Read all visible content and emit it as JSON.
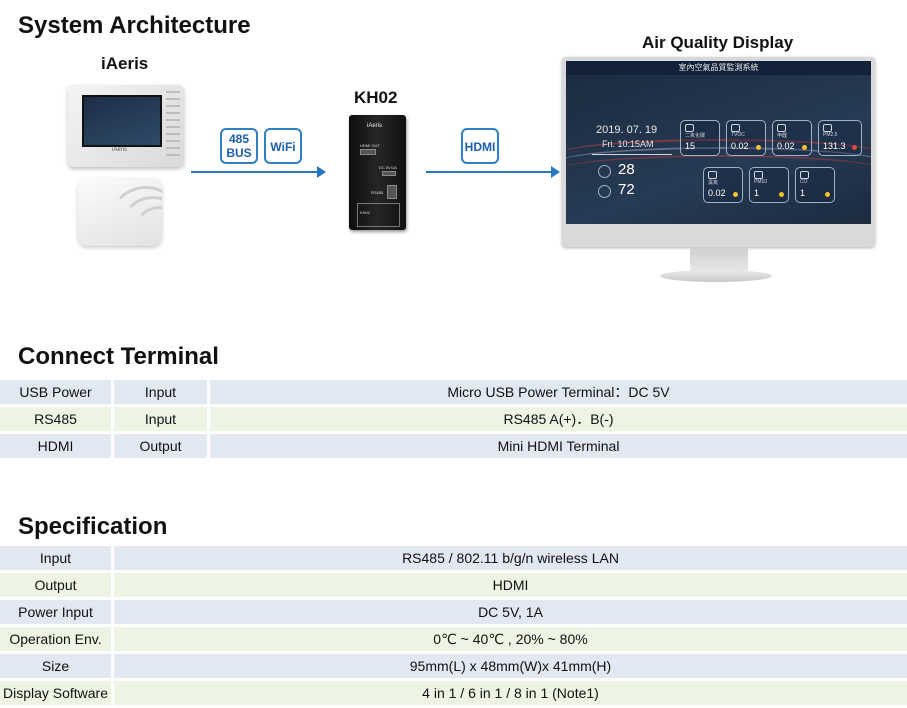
{
  "system_architecture": {
    "title": "System Architecture",
    "iaeris_label": "iAeris",
    "iaeris_brand": "iAeris",
    "kh02_label": "KH02",
    "display_label": "Air Quality Display",
    "badges": {
      "bus_line1": "485",
      "bus_line2": "BUS",
      "wifi": "WiFi",
      "hdmi": "HDMI"
    },
    "kh02_device": {
      "brand": "iAeris",
      "hdmi_out": "HDMI OUT",
      "dc": "DC 5V/1A",
      "rs485": "RS485",
      "model": "KH02"
    },
    "screen": {
      "header": "室內空氣品質監測系統",
      "date": "2019. 07. 19",
      "time": "Fri. 10:15AM",
      "temperature": "28",
      "humidity": "72",
      "tiles": [
        {
          "name": "二氧化碳",
          "value": "15"
        },
        {
          "name": "TVOC",
          "value": "0.02"
        },
        {
          "name": "甲醛",
          "value": "0.02"
        },
        {
          "name": "PM2.5",
          "value": "131.3"
        },
        {
          "name": "臭氧",
          "value": "0.02"
        },
        {
          "name": "PM10",
          "value": "1"
        },
        {
          "name": "CO",
          "value": "1"
        }
      ]
    }
  },
  "connect_terminal": {
    "title": "Connect Terminal",
    "rows": [
      {
        "name": "USB Power",
        "direction": "Input",
        "detail": "Micro USB Power Terminal：DC 5V"
      },
      {
        "name": "RS485",
        "direction": "Input",
        "detail": "RS485 A(+)．B(-)"
      },
      {
        "name": "HDMI",
        "direction": "Output",
        "detail": "Mini HDMI Terminal"
      }
    ]
  },
  "specification": {
    "title": "Specification",
    "rows": [
      {
        "name": "Input",
        "value": "RS485 / 802.11 b/g/n wireless LAN"
      },
      {
        "name": "Output",
        "value": "HDMI"
      },
      {
        "name": "Power Input",
        "value": "DC 5V, 1A"
      },
      {
        "name": "Operation Env.",
        "value": "0℃ ~ 40℃ , 20% ~ 80%"
      },
      {
        "name": "Size",
        "value": "95mm(L) x 48mm(W)x 41mm(H)"
      },
      {
        "name": "Display Software",
        "value": "4 in 1 / 6 in 1 / 8 in 1 (Note1)"
      }
    ]
  },
  "colors": {
    "accent": "#2677c0",
    "row_blue": "#e1e8f1",
    "row_green": "#eef4e3"
  }
}
